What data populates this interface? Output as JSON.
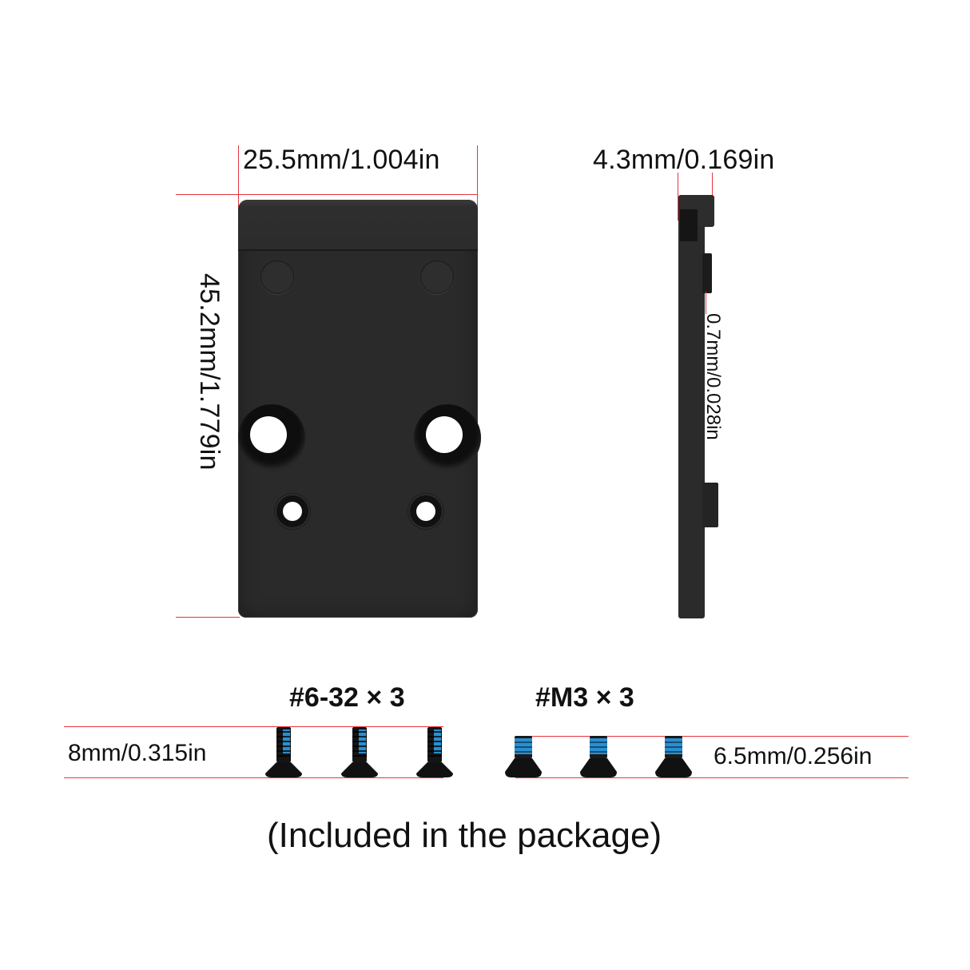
{
  "dimensions": {
    "plate_width": "25.5mm/1.004in",
    "plate_height": "45.2mm/1.779in",
    "plate_thickness": "4.3mm/0.169in",
    "step_height": "0.7mm/0.028in"
  },
  "screws": {
    "group1": {
      "label": "#6-32 × 3",
      "length": "8mm/0.315in",
      "count": 3
    },
    "group2": {
      "label": "#M3 × 3",
      "length": "6.5mm/0.256in",
      "count": 3
    }
  },
  "caption": "(Included in the package)",
  "colors": {
    "dimension_line": "#e8343f",
    "plate": "#2a2a2a",
    "thread_lock": "#2a8fd0",
    "screw": "#151515"
  }
}
